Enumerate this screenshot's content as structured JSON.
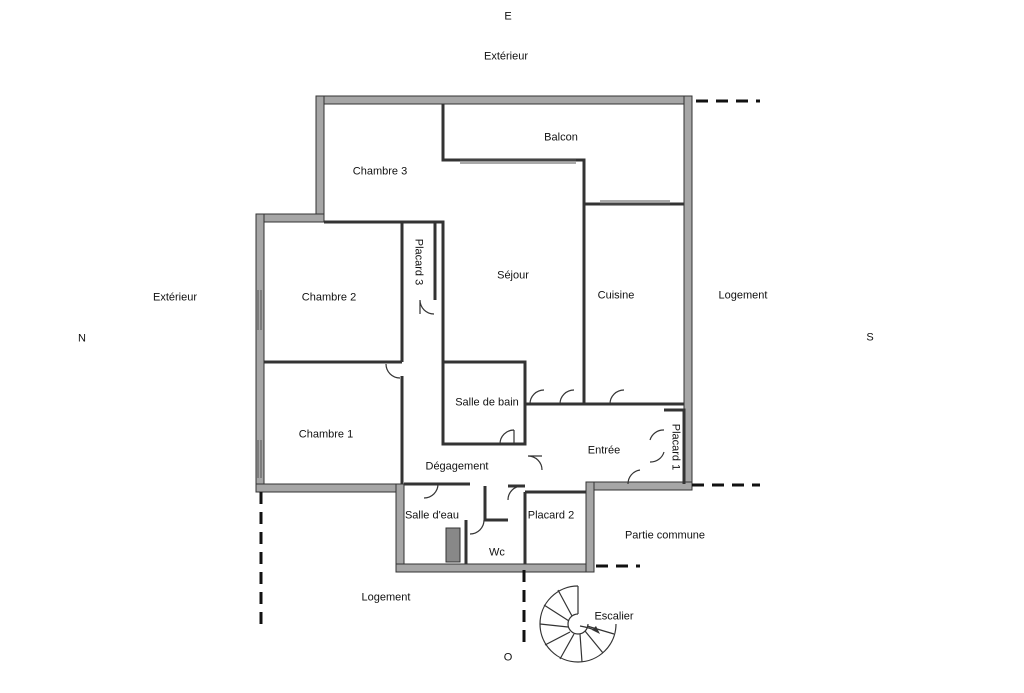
{
  "compass": {
    "east": "E",
    "north": "N",
    "south": "S",
    "west": "O"
  },
  "colors": {
    "wall": "#a6a6a6",
    "wall_outline": "#333333",
    "line": "#111111"
  },
  "rooms": {
    "balcon": "Balcon",
    "chambre3": "Chambre 3",
    "placard3": "Placard 3",
    "sejour": "Séjour",
    "cuisine": "Cuisine",
    "chambre2": "Chambre 2",
    "chambre1": "Chambre 1",
    "salle_de_bain": "Salle de bain",
    "degagement": "Dégagement",
    "entree": "Entrée",
    "placard1": "Placard 1",
    "salle_deau": "Salle d'eau",
    "placard2": "Placard 2",
    "wc": "Wc"
  },
  "surroundings": {
    "exterieur_top": "Extérieur",
    "exterieur_left": "Extérieur",
    "logement_right": "Logement",
    "logement_bottom": "Logement",
    "partie_commune": "Partie commune",
    "escalier": "Escalier"
  }
}
